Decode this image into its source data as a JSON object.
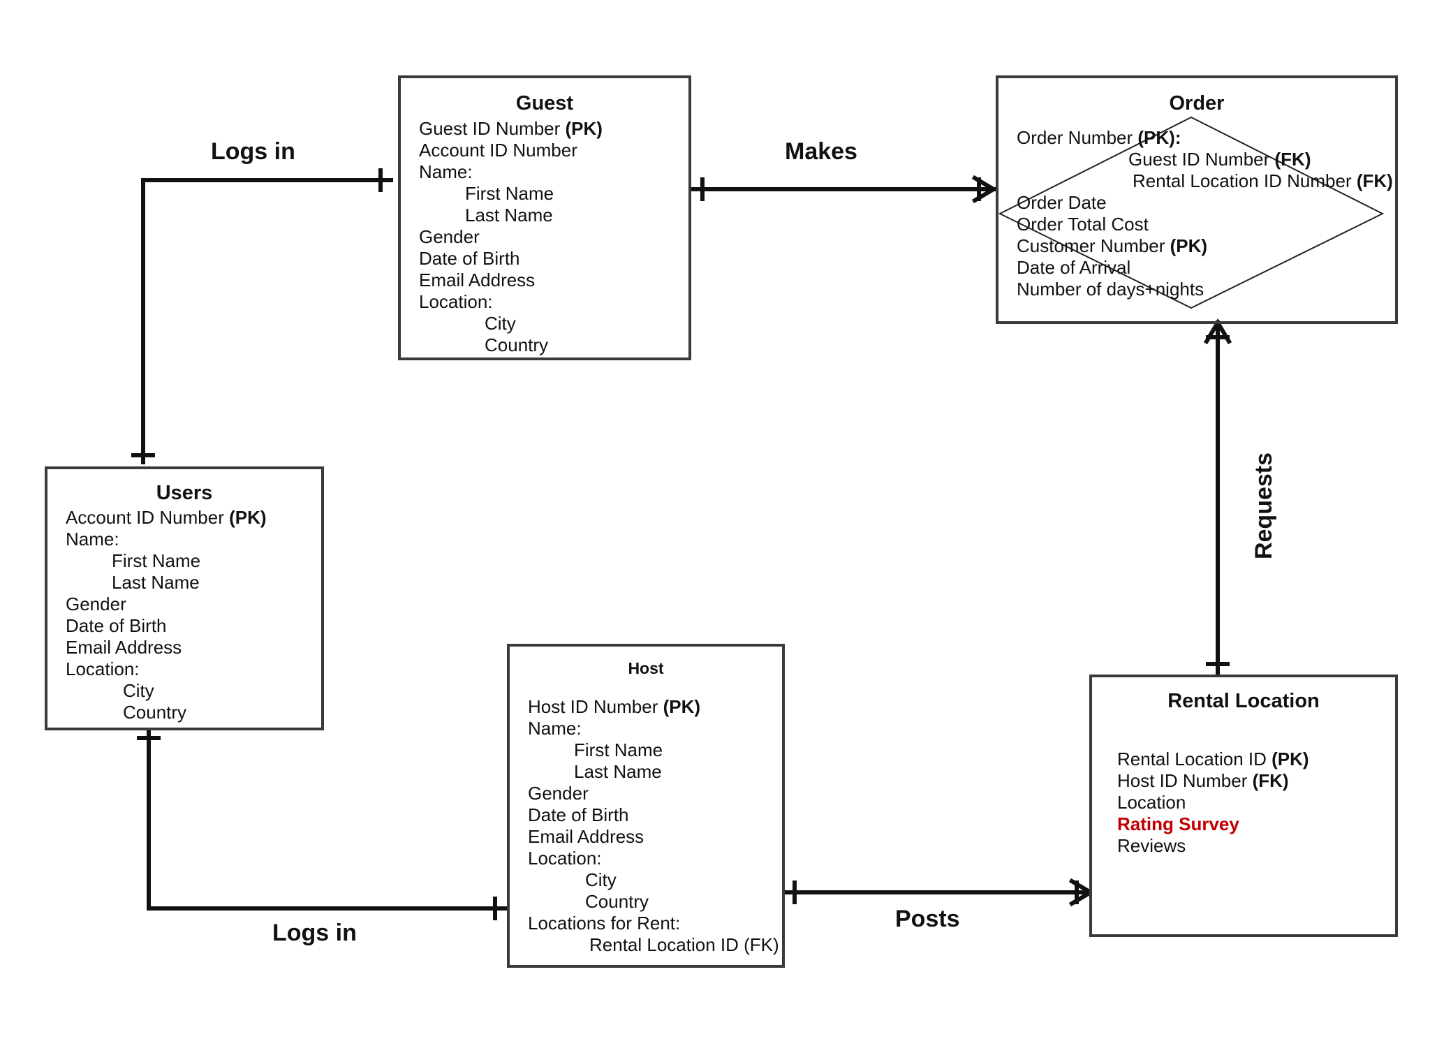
{
  "entities": {
    "guest": {
      "title": "Guest",
      "attributes": [
        {
          "text": "Guest ID Number ",
          "tag": "(PK)"
        },
        {
          "text": "Account ID Number",
          "tag": ""
        },
        {
          "text": "Name:",
          "tag": ""
        },
        {
          "text": "First Name",
          "tag": ""
        },
        {
          "text": "Last Name",
          "tag": ""
        },
        {
          "text": "Gender",
          "tag": ""
        },
        {
          "text": "Date of Birth",
          "tag": ""
        },
        {
          "text": "Email Address",
          "tag": ""
        },
        {
          "text": "Location:",
          "tag": ""
        },
        {
          "text": "City",
          "tag": ""
        },
        {
          "text": "Country",
          "tag": ""
        }
      ]
    },
    "order": {
      "title": "Order",
      "attributes": [
        {
          "text": "Order Number ",
          "tag": "(PK):"
        },
        {
          "text": "Guest ID Number ",
          "tag": "(FK)"
        },
        {
          "text": "Rental Location ID Number ",
          "tag": "(FK)"
        },
        {
          "text": "Order Date",
          "tag": ""
        },
        {
          "text": "Order Total Cost",
          "tag": ""
        },
        {
          "text": "Customer Number ",
          "tag": "(PK)"
        },
        {
          "text": "Date of Arrival",
          "tag": ""
        },
        {
          "text": "Number of days+nights",
          "tag": ""
        }
      ]
    },
    "users": {
      "title": "Users",
      "attributes": [
        {
          "text": "Account ID Number ",
          "tag": "(PK)"
        },
        {
          "text": "Name:",
          "tag": ""
        },
        {
          "text": "First Name",
          "tag": ""
        },
        {
          "text": "Last Name",
          "tag": ""
        },
        {
          "text": "Gender",
          "tag": ""
        },
        {
          "text": "Date of Birth",
          "tag": ""
        },
        {
          "text": "Email Address",
          "tag": ""
        },
        {
          "text": "Location:",
          "tag": ""
        },
        {
          "text": "City",
          "tag": ""
        },
        {
          "text": "Country",
          "tag": ""
        }
      ]
    },
    "host": {
      "title": "Host",
      "attributes": [
        {
          "text": "Host ID Number ",
          "tag": "(PK)"
        },
        {
          "text": "Name:",
          "tag": ""
        },
        {
          "text": "First Name",
          "tag": ""
        },
        {
          "text": "Last Name",
          "tag": ""
        },
        {
          "text": "Gender",
          "tag": ""
        },
        {
          "text": "Date of Birth",
          "tag": ""
        },
        {
          "text": "Email Address",
          "tag": ""
        },
        {
          "text": "Location:",
          "tag": ""
        },
        {
          "text": "City",
          "tag": ""
        },
        {
          "text": "Country",
          "tag": ""
        },
        {
          "text": "Locations for Rent:",
          "tag": ""
        },
        {
          "text": "Rental Location ID (FK)",
          "tag": ""
        }
      ]
    },
    "rental_location": {
      "title": "Rental Location",
      "attributes": [
        {
          "text": "Rental Location ID ",
          "tag": "(PK)"
        },
        {
          "text": "Host ID Number ",
          "tag": "(FK)"
        },
        {
          "text": "Location",
          "tag": ""
        },
        {
          "text": "Rating Survey",
          "tag": ""
        },
        {
          "text": "Reviews",
          "tag": ""
        }
      ]
    }
  },
  "relationships": {
    "users_guest": "Logs in",
    "guest_order": "Makes",
    "order_rental": "Requests",
    "users_host": "Logs in",
    "host_rental": "Posts"
  },
  "colors": {
    "line": "#111111",
    "border": "#3a3a3a",
    "highlight": "#c00000"
  }
}
